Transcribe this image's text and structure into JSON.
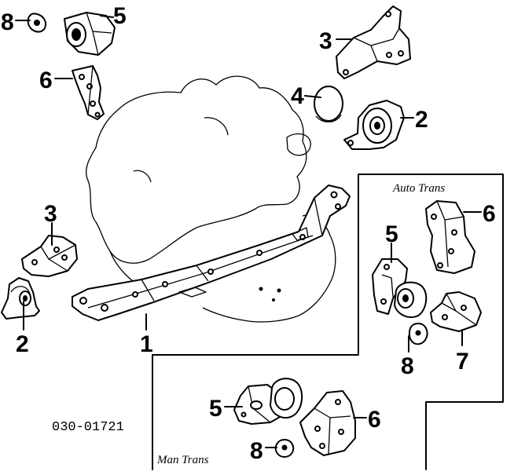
{
  "callouts": {
    "c8_top": "8",
    "c5_top": "5",
    "c6_left": "6",
    "c3_top": "3",
    "c4": "4",
    "c2_right": "2",
    "c3_left": "3",
    "c2_left": "2",
    "c1": "1",
    "c5_auto": "5",
    "c6_auto": "6",
    "c8_auto": "8",
    "c7_auto": "7",
    "c5_man": "5",
    "c6_man": "6",
    "c8_man": "8"
  },
  "boxes": {
    "auto_title": "Auto Trans",
    "man_title": "Man Trans"
  },
  "diagram_code": "030-01721"
}
